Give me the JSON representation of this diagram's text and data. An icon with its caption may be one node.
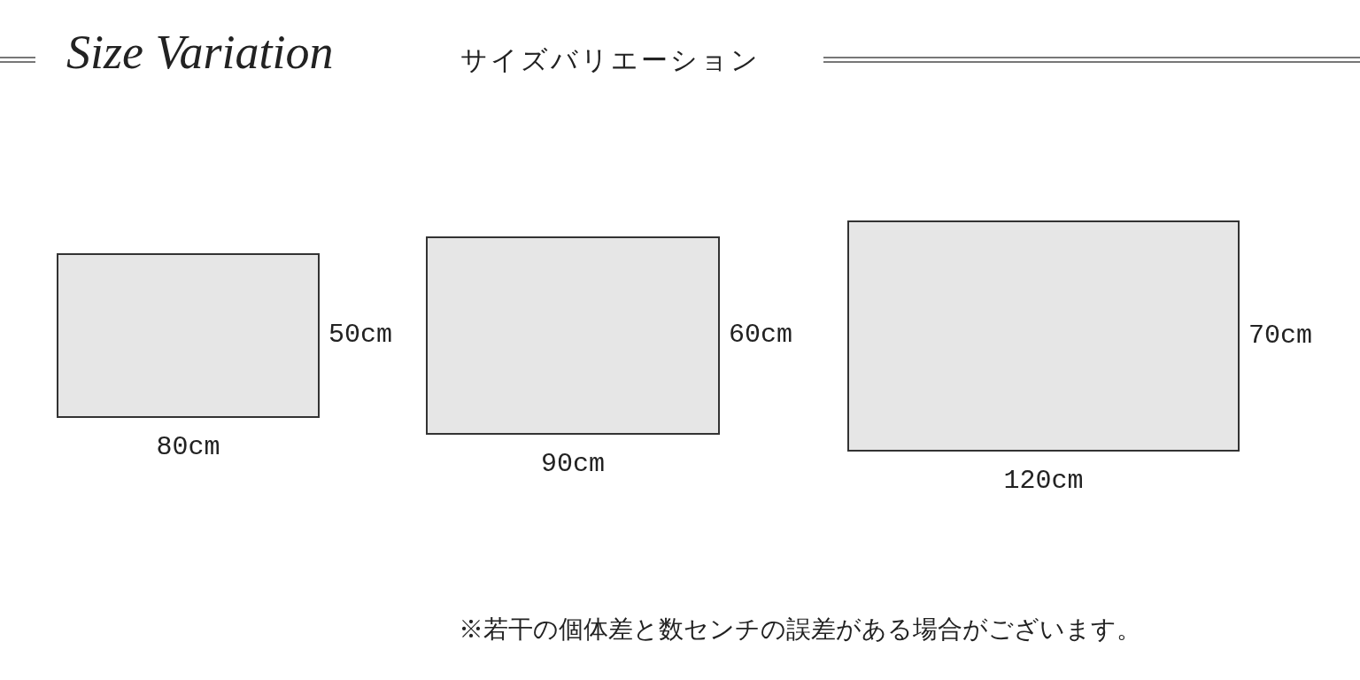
{
  "diagram": {
    "title": "Size Variation",
    "nodes": [
      {
        "text": [],
        "shape": "box",
        "beside": [
          "50cm",
          "80cm"
        ]
      },
      {
        "text": [],
        "shape": "box",
        "beside": [
          "60cm",
          "90cm"
        ]
      },
      {
        "text": [],
        "shape": "box",
        "beside": [
          "70cm",
          "120cm"
        ]
      }
    ],
    "labels": [
      "サイズバリエーション",
      "※若干の個体差と数センチの誤差がある場合がございます。"
    ]
  }
}
